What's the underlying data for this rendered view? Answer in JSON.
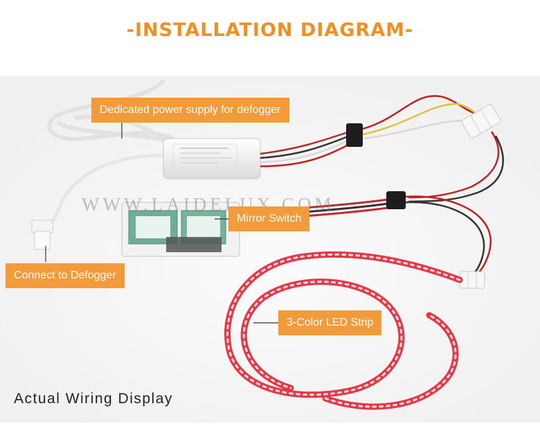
{
  "title": "-INSTALLATION DIAGRAM-",
  "watermark": "WWW.LAIDELUX.COM",
  "caption": "Actual Wiring Display",
  "callouts": {
    "power_supply": "Dedicated power supply for defogger",
    "mirror_switch": "Mirror Switch",
    "defogger": "Connect to Defogger",
    "led_strip": "3-Color LED Strip"
  },
  "colors": {
    "title": "#f18f23",
    "callout_bg": "#f39a3a",
    "led_strip": "#e03a4a",
    "wire_red": "#d42a2a",
    "cable_white": "#e6e6e6"
  }
}
